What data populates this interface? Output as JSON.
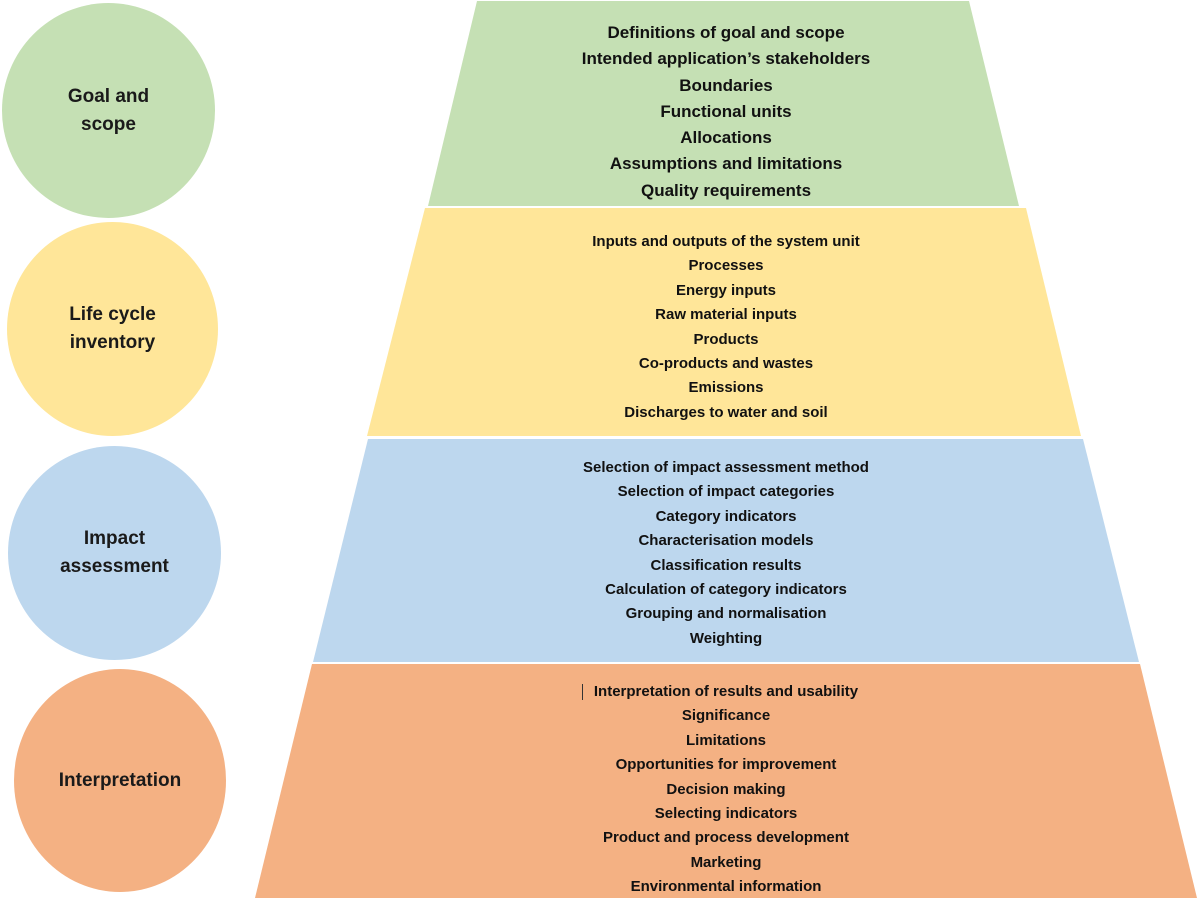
{
  "colors": {
    "goal": "#c5e0b4",
    "lci": "#ffe699",
    "impact": "#bdd7ee",
    "interpretation": "#f4b183",
    "text": "#111111"
  },
  "stages": [
    {
      "label": "Goal and scope",
      "label_lines": [
        "Goal and",
        "scope"
      ],
      "items": [
        "Definitions of goal and scope",
        "Intended application’s stakeholders",
        "Boundaries",
        "Functional units",
        "Allocations",
        "Assumptions and limitations",
        "Quality requirements"
      ]
    },
    {
      "label": "Life cycle inventory",
      "label_lines": [
        "Life cycle",
        "inventory"
      ],
      "items": [
        "Inputs and outputs of the system unit",
        "Processes",
        "Energy inputs",
        "Raw material inputs",
        "Products",
        "Co-products and wastes",
        "Emissions",
        "Discharges to water and soil"
      ]
    },
    {
      "label": "Impact assessment",
      "label_lines": [
        "Impact",
        "assessment"
      ],
      "items": [
        "Selection of impact assessment method",
        "Selection of impact categories",
        "Category indicators",
        "Characterisation models",
        "Classification results",
        "Calculation of category indicators",
        "Grouping and normalisation",
        "Weighting"
      ]
    },
    {
      "label": "Interpretation",
      "label_lines": [
        "Interpretation"
      ],
      "items": [
        "Interpretation of results and usability",
        "Significance",
        "Limitations",
        "Opportunities for improvement",
        "Decision making",
        "Selecting indicators",
        "Product and process development",
        "Marketing",
        "Environmental information"
      ]
    }
  ]
}
